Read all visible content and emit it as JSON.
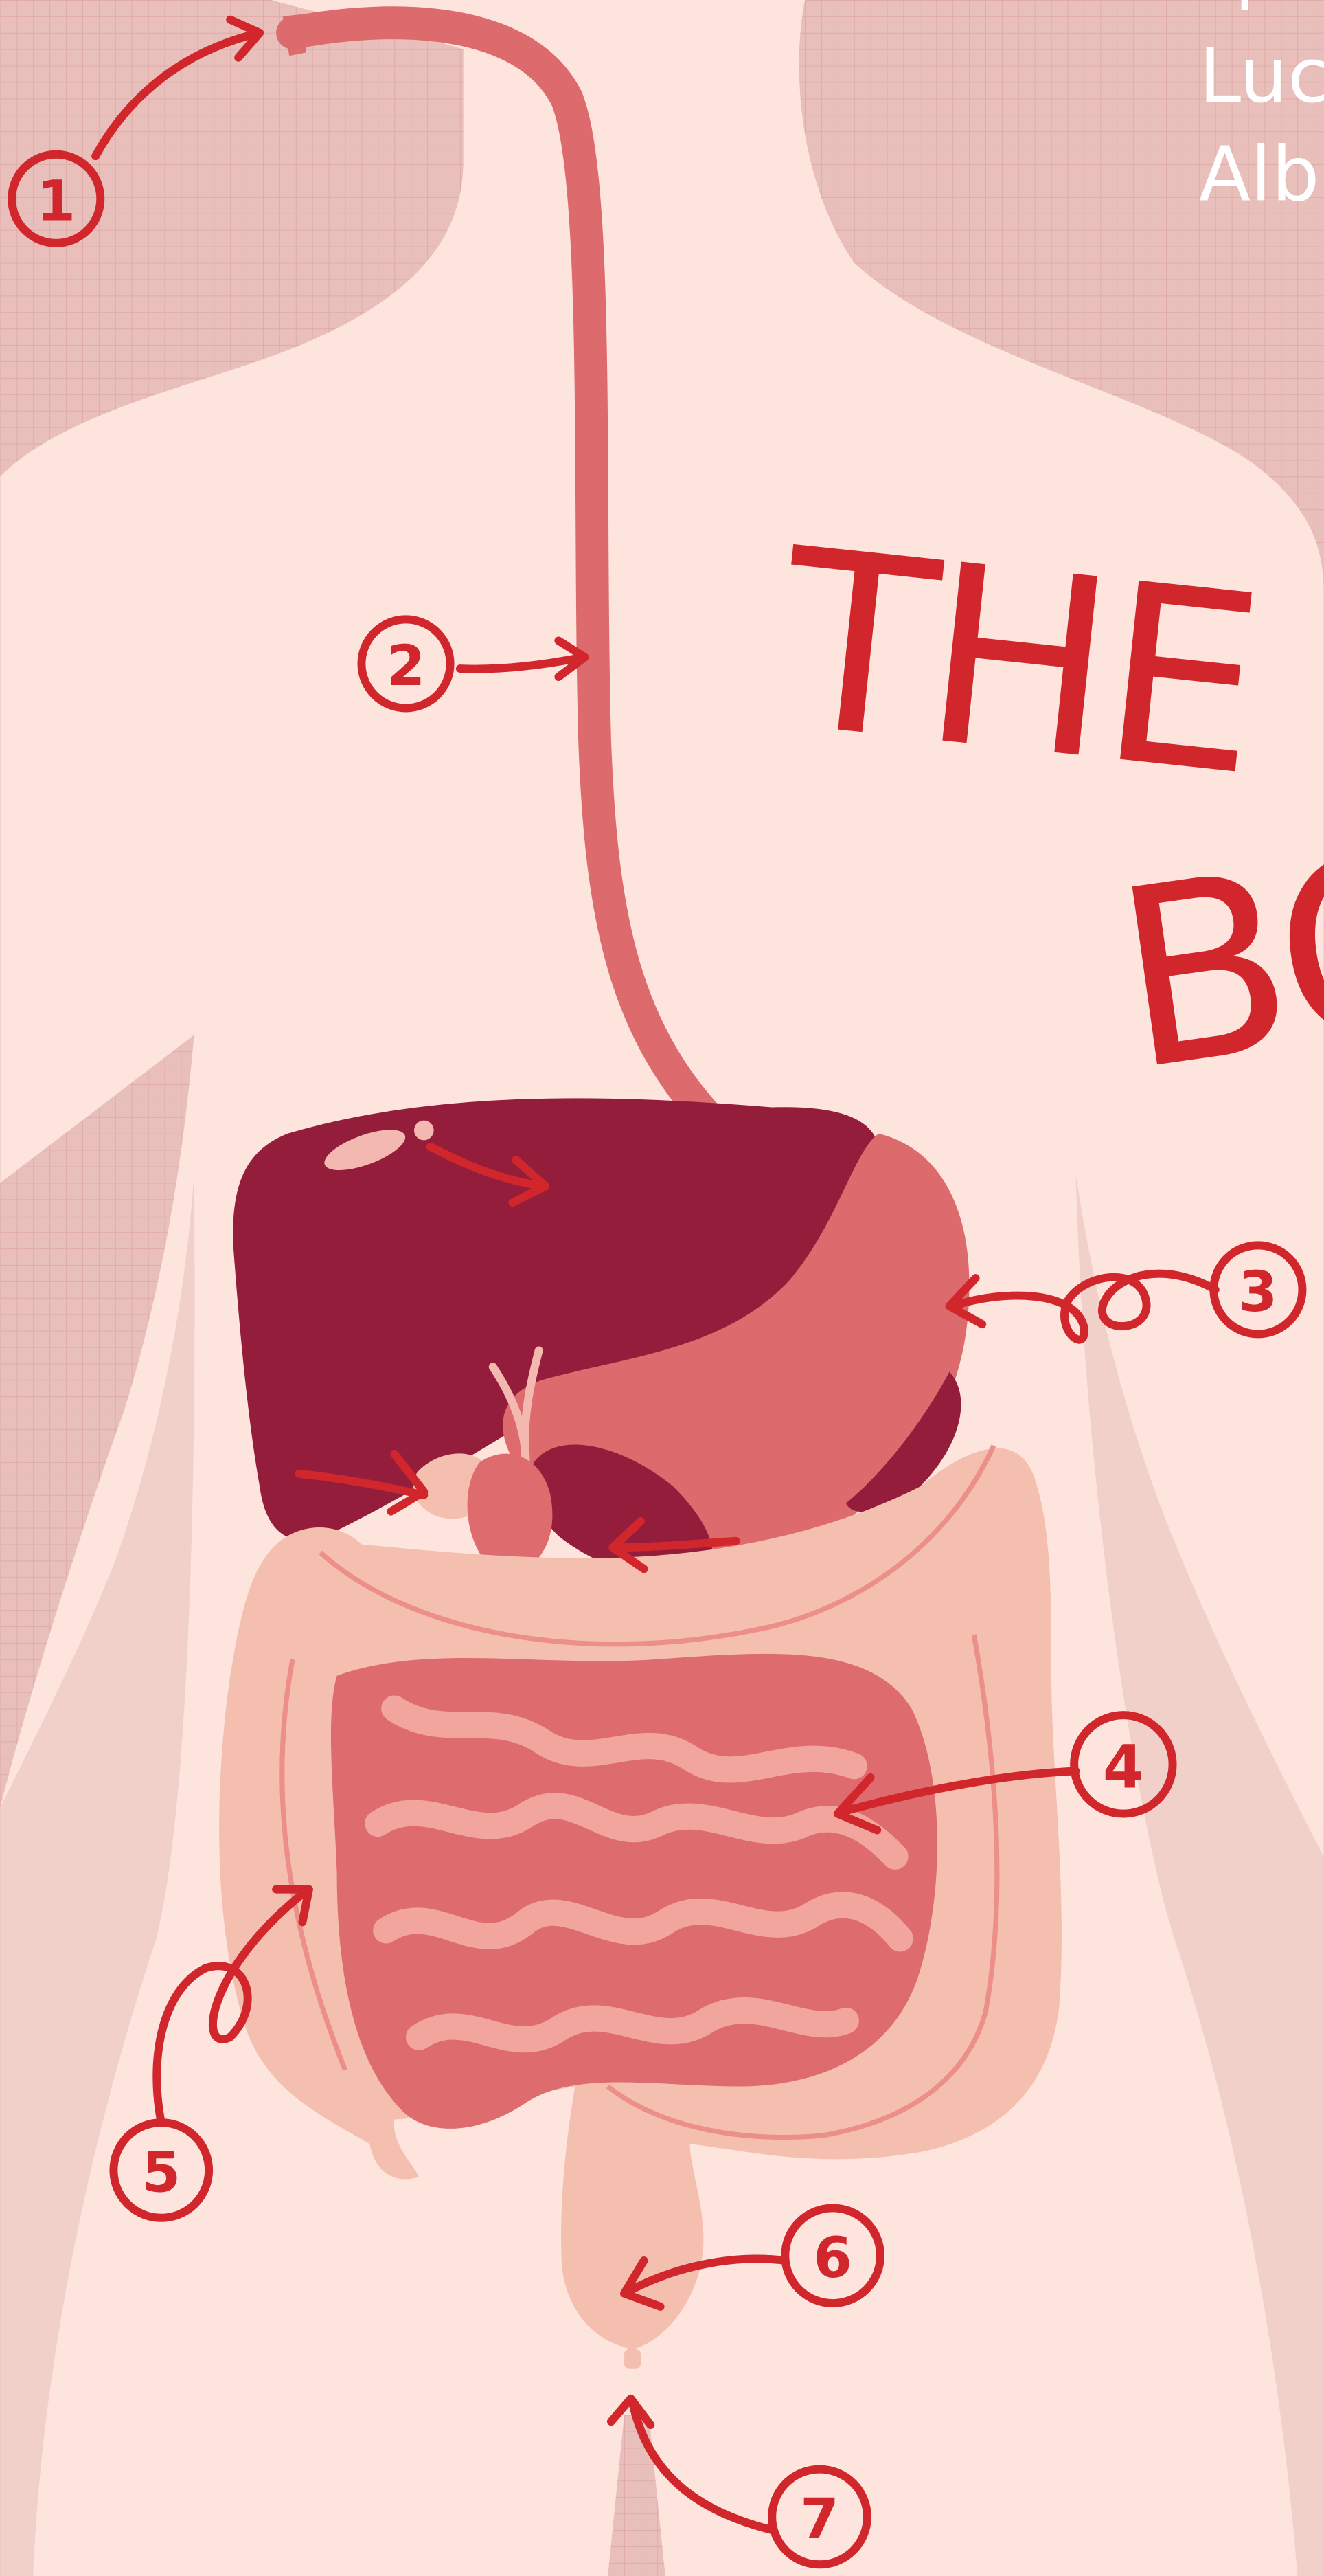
{
  "title": {
    "line1": "THE H",
    "line2": "BO"
  },
  "author": {
    "line0": "I",
    "line1": "Luc",
    "line2": "Alb"
  },
  "labels": [
    "1",
    "2",
    "3",
    "4",
    "5",
    "6",
    "7"
  ],
  "colors": {
    "background": "#e8bfba",
    "grid_line": "#dfa9a6",
    "body_skin": "#fde5de",
    "accent_red": "#d0262c",
    "esophagus": "#dd6b6d",
    "liver": "#951d3c",
    "stomach": "#dd6b6d",
    "colon": "#f5bfb0",
    "small_intestine": "#de6c6e",
    "small_intestine_coil": "#f1a59c",
    "author_text": "#ffffff"
  }
}
